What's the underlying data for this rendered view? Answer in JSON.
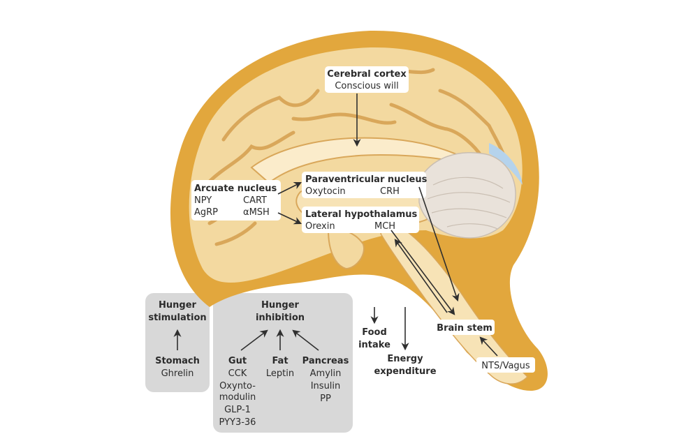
{
  "colors": {
    "skull": "#e2a73d",
    "brain": "#f3d9a0",
    "brain_fold": "#d9a75a",
    "white_matter": "#fbeccb",
    "cerebellum": "#e9e2da",
    "ventricle": "#b5d3ec",
    "box_fill": "#d8d8d8",
    "label_bg": "#ffffff",
    "text": "#2b2b2b",
    "arrow": "#2f2f2f"
  },
  "cortex": {
    "title": "Cerebral cortex",
    "subtitle": "Conscious will"
  },
  "arcuate": {
    "title": "Arcuate nucleus",
    "npy": "NPY",
    "agrp": "AgRP",
    "cart": "CART",
    "amsh": "αMSH"
  },
  "pvn": {
    "title": "Paraventricular nucleus",
    "oxytocin": "Oxytocin",
    "crh": "CRH"
  },
  "lh": {
    "title": "Lateral hypothalamus",
    "orexin": "Orexin",
    "mch": "MCH"
  },
  "brainstem": {
    "title": "Brain stem",
    "input": "NTS/Vagus"
  },
  "outputs": {
    "food_1": "Food",
    "food_2": "intake",
    "energy_1": "Energy",
    "energy_2": "expenditure"
  },
  "stimulation": {
    "title_1": "Hunger",
    "title_2": "stimulation",
    "source": "Stomach",
    "hormone": "Ghrelin"
  },
  "inhibition": {
    "title_1": "Hunger",
    "title_2": "inhibition",
    "gut": {
      "title": "Gut",
      "items": [
        "CCK",
        "Oxynto-",
        "modulin",
        "GLP-1",
        "PYY3-36"
      ]
    },
    "fat": {
      "title": "Fat",
      "items": [
        "Leptin"
      ]
    },
    "pancreas": {
      "title": "Pancreas",
      "items": [
        "Amylin",
        "Insulin",
        "PP"
      ]
    }
  }
}
